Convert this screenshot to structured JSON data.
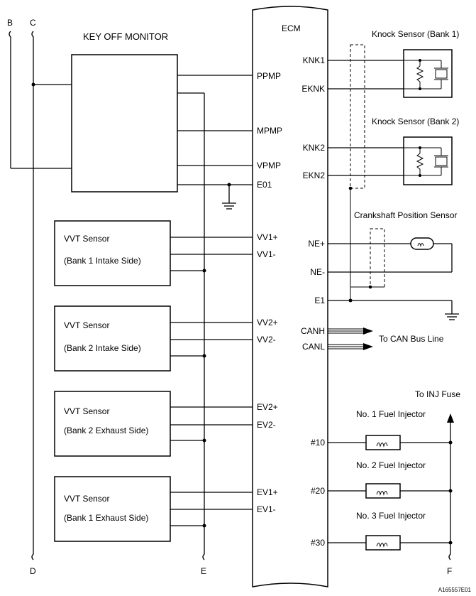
{
  "bus_labels": {
    "B": "B",
    "C": "C",
    "D": "D",
    "E": "E",
    "F": "F"
  },
  "key_off_monitor": "KEY OFF MONITOR",
  "ecm": "ECM",
  "ecm_left_pins": {
    "ppmp": "PPMP",
    "mpmp": "MPMP",
    "vpmp": "VPMP",
    "e01": "E01",
    "vv1p": "VV1+",
    "vv1m": "VV1-",
    "vv2p": "VV2+",
    "vv2m": "VV2-",
    "ev2p": "EV2+",
    "ev2m": "EV2-",
    "ev1p": "EV1+",
    "ev1m": "EV1-"
  },
  "ecm_right_pins": {
    "knk1": "KNK1",
    "eknk": "EKNK",
    "knk2": "KNK2",
    "ekn2": "EKN2",
    "nep": "NE+",
    "nem": "NE-",
    "e1": "E1",
    "canh": "CANH",
    "canl": "CANL",
    "p10": "#10",
    "p20": "#20",
    "p30": "#30"
  },
  "vvt_sensors": [
    {
      "title": "VVT Sensor",
      "subtitle": "(Bank 1 Intake Side)"
    },
    {
      "title": "VVT Sensor",
      "subtitle": "(Bank 2 Intake Side)"
    },
    {
      "title": "VVT Sensor",
      "subtitle": "(Bank 2 Exhaust Side)"
    },
    {
      "title": "VVT Sensor",
      "subtitle": "(Bank 1 Exhaust Side)"
    }
  ],
  "knock_sensor_1": "Knock Sensor (Bank 1)",
  "knock_sensor_2": "Knock Sensor (Bank 2)",
  "crankshaft_sensor": "Crankshaft Position Sensor",
  "can_bus": "To CAN Bus Line",
  "inj_fuse": "To INJ Fuse",
  "injectors": [
    "No. 1 Fuel Injector",
    "No. 2 Fuel Injector",
    "No. 3 Fuel Injector"
  ],
  "figure_id": "A165557E01"
}
